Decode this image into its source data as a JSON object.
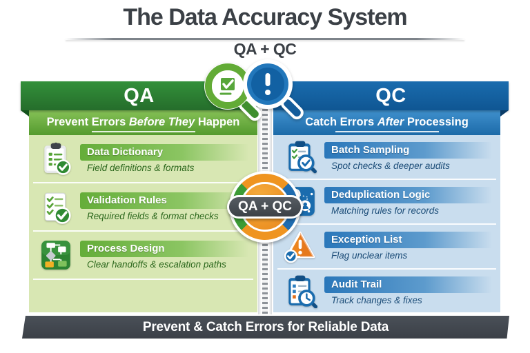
{
  "header": {
    "title": "The Data Accuracy System",
    "subtitle": "QA + QC"
  },
  "qa": {
    "label": "QA",
    "tagline_parts": [
      "Prevent Errors ",
      "Before They ",
      "Happen"
    ],
    "items": [
      {
        "icon": "clipboard-check-icon",
        "title": "Data Dictionary",
        "desc": "Field definitions & formats"
      },
      {
        "icon": "checklist-icon",
        "title": "Validation Rules",
        "desc": "Required fields & format checks"
      },
      {
        "icon": "flowchart-icon",
        "title": "Process Design",
        "desc": "Clear handoffs & escalation paths"
      }
    ]
  },
  "qc": {
    "label": "QC",
    "tagline_parts": [
      "Catch Errors ",
      "After ",
      "Processing"
    ],
    "items": [
      {
        "icon": "clipboard-magnifier-check-icon",
        "title": "Batch Sampling",
        "desc": "Spot checks & deeper audits"
      },
      {
        "icon": "people-network-icon",
        "title": "Deduplication Logic",
        "desc": "Matching rules for records"
      },
      {
        "icon": "warning-triangle-icon",
        "title": "Exception List",
        "desc": "Flag unclear items"
      },
      {
        "icon": "clipboard-clock-icon",
        "title": "Audit Trail",
        "desc": "Track changes & fixes"
      }
    ]
  },
  "center_badge": {
    "label": "QA + QC"
  },
  "footer": {
    "text": "Prevent & Catch Errors for Reliable Data"
  },
  "colors": {
    "qa_green_dark": "#256d2b",
    "qa_green_mid": "#64ad39",
    "qa_panel": "#d8e7b3",
    "qc_blue_dark": "#0f5693",
    "qc_blue_mid": "#2a77ba",
    "qc_panel": "#c9ddee",
    "badge_orange": "#ef9420",
    "footer_gray": "#3b4047",
    "title_gray": "#3b4046"
  }
}
